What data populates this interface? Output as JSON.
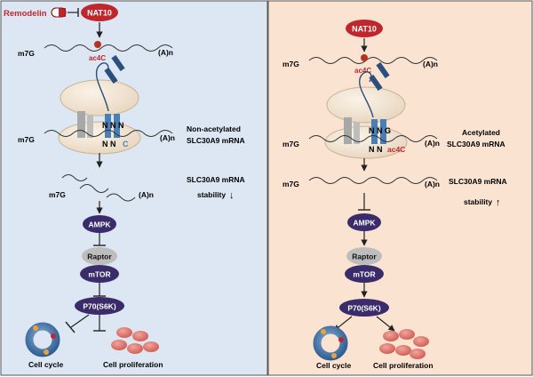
{
  "colors": {
    "left_bg": "#dde7f3",
    "right_bg": "#fbe3d2",
    "node_fill": "#3a2c6b",
    "raptor_fill": "#bdbdbd",
    "accent_red": "#c0272d",
    "mrna_blue": "#4a7fb5",
    "cell_pink": "#e0726a"
  },
  "left": {
    "inhibitor": "Remodelin",
    "enzyme": "NAT10",
    "cap": "m7G",
    "polya": "(A)n",
    "ac4c": "ac4C",
    "codon_top": "N N N",
    "codon_bottom_nn": "N N",
    "codon_bottom_c": "C",
    "state_line1": "Non-acetylated",
    "state_line2": "SLC30A9 mRNA",
    "stability_line1": "SLC30A9 mRNA",
    "stability_line2": "stability",
    "stability_arrow": "↓",
    "pathway": [
      "AMPK",
      "Raptor",
      "mTOR",
      "P70(S6K)"
    ],
    "outcome_1": "Cell cycle",
    "outcome_2": "Cell proliferation"
  },
  "right": {
    "enzyme": "NAT10",
    "cap": "m7G",
    "polya": "(A)n",
    "ac4c": "ac4C",
    "codon_top": "N N G",
    "codon_bottom_nn": "N N",
    "codon_bottom_ac4c": "ac4C",
    "state_line1": "Acetylated",
    "state_line2": "SLC30A9 mRNA",
    "stability_line1": "SLC30A9 mRNA",
    "stability_line2": "stability",
    "stability_arrow": "↑",
    "pathway": [
      "AMPK",
      "Raptor",
      "mTOR",
      "P70(S6K)"
    ],
    "outcome_1": "Cell cycle",
    "outcome_2": "Cell proliferation"
  }
}
